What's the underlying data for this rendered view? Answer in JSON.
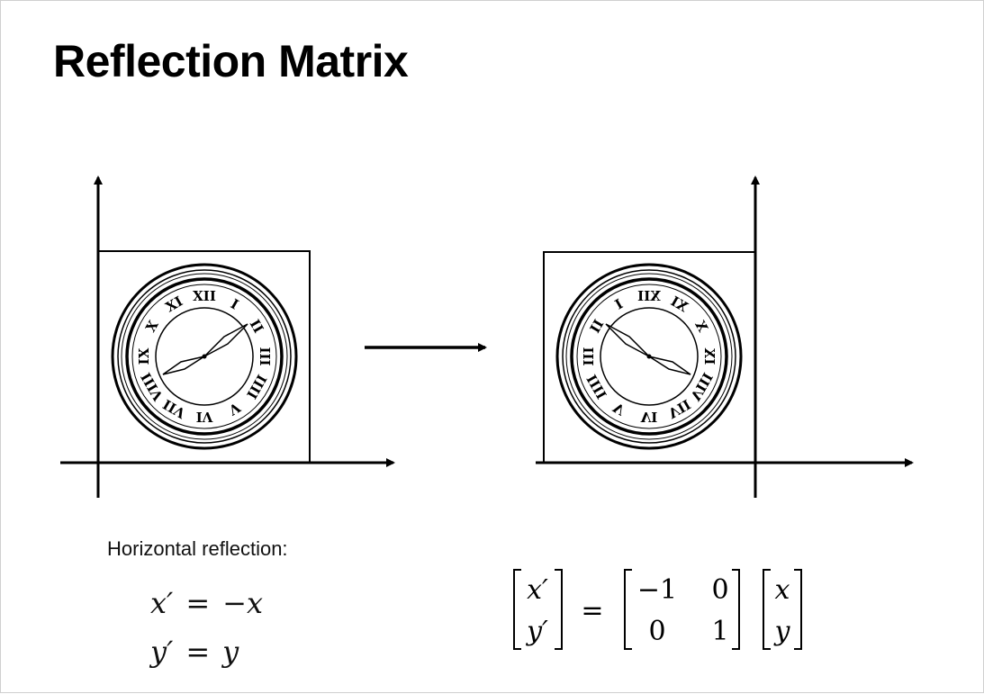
{
  "slide": {
    "title": "Reflection Matrix",
    "caption": "Horizontal reflection:",
    "equations": [
      {
        "lhs": "x′",
        "op": "=",
        "rhs": "−x"
      },
      {
        "lhs": "y′",
        "op": "=",
        "rhs": "y"
      }
    ],
    "matrix_equation": {
      "result_vector": [
        "x′",
        "y′"
      ],
      "equals": "=",
      "matrix": [
        [
          "−1",
          "0"
        ],
        [
          "0",
          "1"
        ]
      ],
      "input_vector": [
        "x",
        "y"
      ]
    },
    "clock_numerals": [
      "XII",
      "I",
      "II",
      "III",
      "IIII",
      "V",
      "VI",
      "VII",
      "VIII",
      "IX",
      "X",
      "XI"
    ]
  }
}
